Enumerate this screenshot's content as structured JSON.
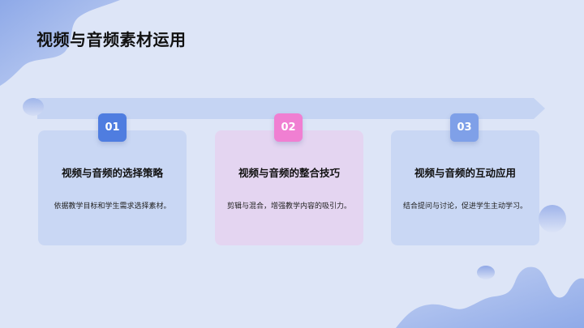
{
  "slide": {
    "title": "视频与音频素材运用"
  },
  "colors": {
    "background": "#dde5f7",
    "band": "#c5d4f3",
    "card_blue": "#c9d7f4",
    "card_pink": "#e4d5f1",
    "badge_1": "#4f7de0",
    "badge_2": "#f07fd2",
    "badge_3": "#7fa0e8"
  },
  "cards": [
    {
      "number": "01",
      "title": "视频与音频的选择策略",
      "description": "依据教学目标和学生需求选择素材。"
    },
    {
      "number": "02",
      "title": "视频与音频的整合技巧",
      "description": "剪辑与混合，增强教学内容的吸引力。"
    },
    {
      "number": "03",
      "title": "视频与音频的互动应用",
      "description": "结合提问与讨论，促进学生主动学习。"
    }
  ]
}
